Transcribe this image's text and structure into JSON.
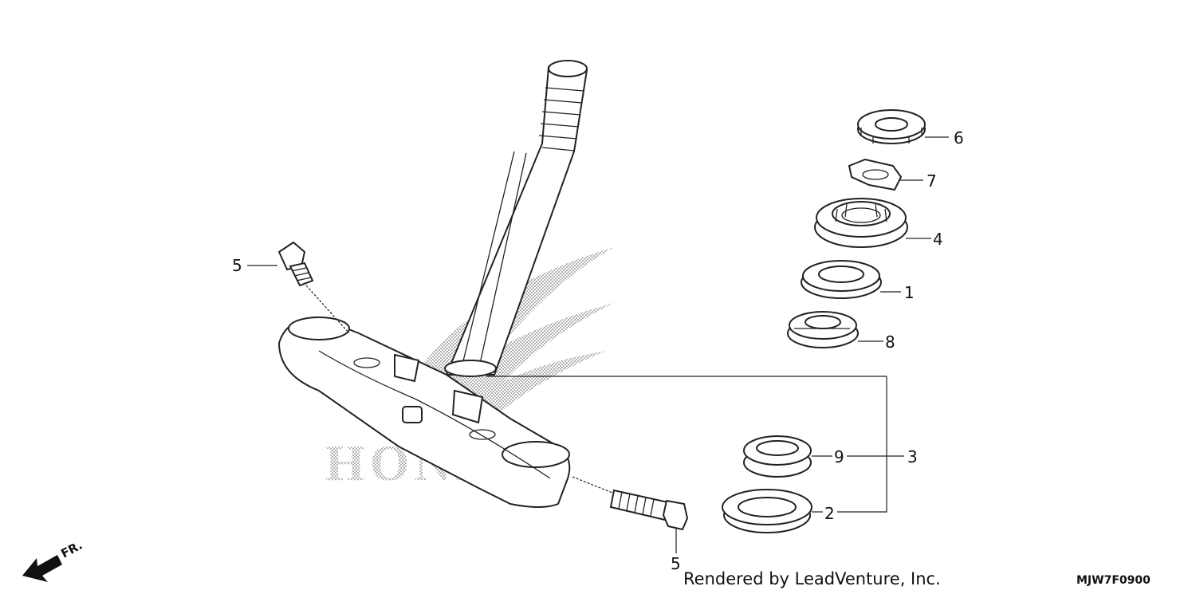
{
  "watermark_text": "HONDA",
  "callouts": {
    "c6": "6",
    "c7": "7",
    "c4": "4",
    "c1": "1",
    "c8": "8",
    "c9": "9",
    "c3": "3",
    "c2": "2",
    "c5_top": "5",
    "c5_bottom": "5"
  },
  "direction_label": "FR.",
  "credit": "Rendered by LeadVenture, Inc.",
  "diagram_code": "MJW7F0900"
}
